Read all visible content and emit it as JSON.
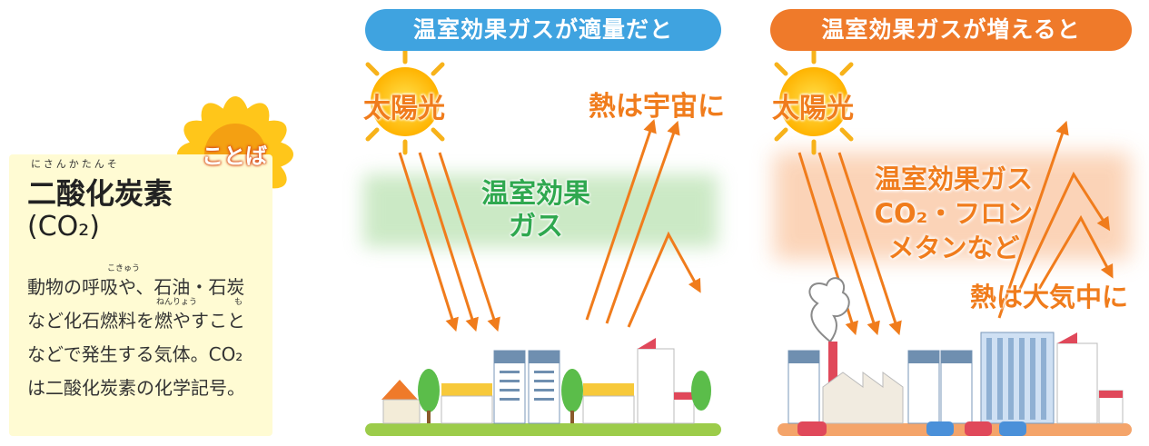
{
  "term_card": {
    "badge": "ことば",
    "title_furigana": "にさんかたんそ",
    "title": "二酸化炭素",
    "formula": "(CO₂)",
    "ruby_koukyuu": "こきゅう",
    "ruby_nenryou": "ねんりょう",
    "ruby_moyasu": "も",
    "description": "動物の呼吸や、石油・石炭など化石燃料を燃やすことなどで発生する気体。CO₂ は二酸化炭素の化学記号。"
  },
  "left_panel": {
    "banner": "温室効果ガスが適量だと",
    "sun_label": "太陽光",
    "heat_label": "熱は宇宙に",
    "gas_label_line1": "温室効果",
    "gas_label_line2": "ガス"
  },
  "right_panel": {
    "banner": "温室効果ガスが増えると",
    "sun_label": "太陽光",
    "gas_line1": "温室効果ガス",
    "gas_line2": "CO₂・フロン",
    "gas_line3": "メタンなど",
    "heat_label": "熱は大気中に"
  },
  "colors": {
    "banner_left": "#3fa3e0",
    "banner_right": "#ef7a2a",
    "arrow": "#f07c1c",
    "gas_green": "#2fa84f",
    "card_bg": "#fffbd3"
  }
}
